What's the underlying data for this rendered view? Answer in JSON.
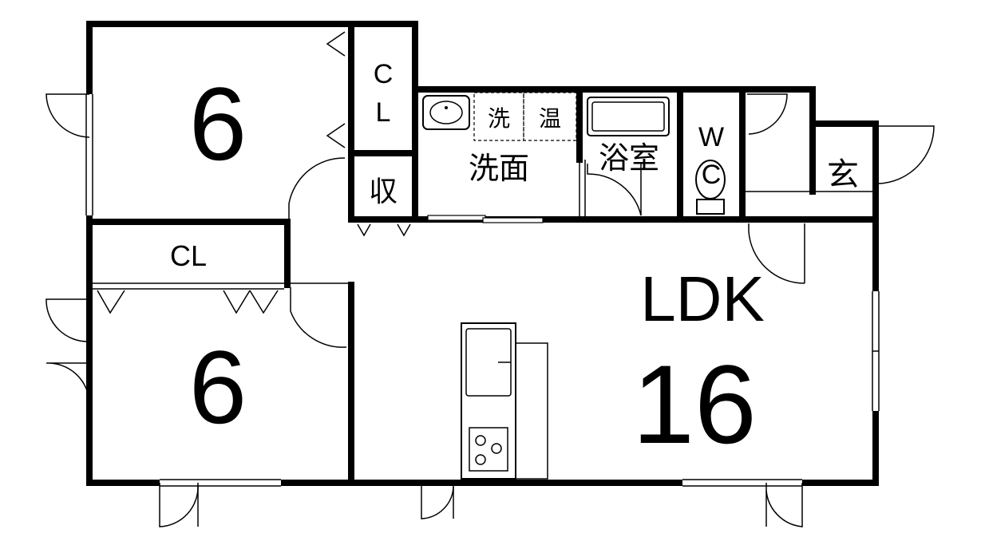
{
  "rooms": {
    "room1_size": "6",
    "room2_size": "6",
    "ldk_label": "LDK",
    "ldk_size": "16",
    "closet_small_c": "C",
    "closet_small_l": "L",
    "closet_wide": "CL",
    "storage": "収",
    "washroom": "洗面",
    "washer": "洗",
    "water_heater": "温",
    "bathroom": "浴室",
    "wc_w": "W",
    "wc_c": "C",
    "entrance": "玄"
  }
}
